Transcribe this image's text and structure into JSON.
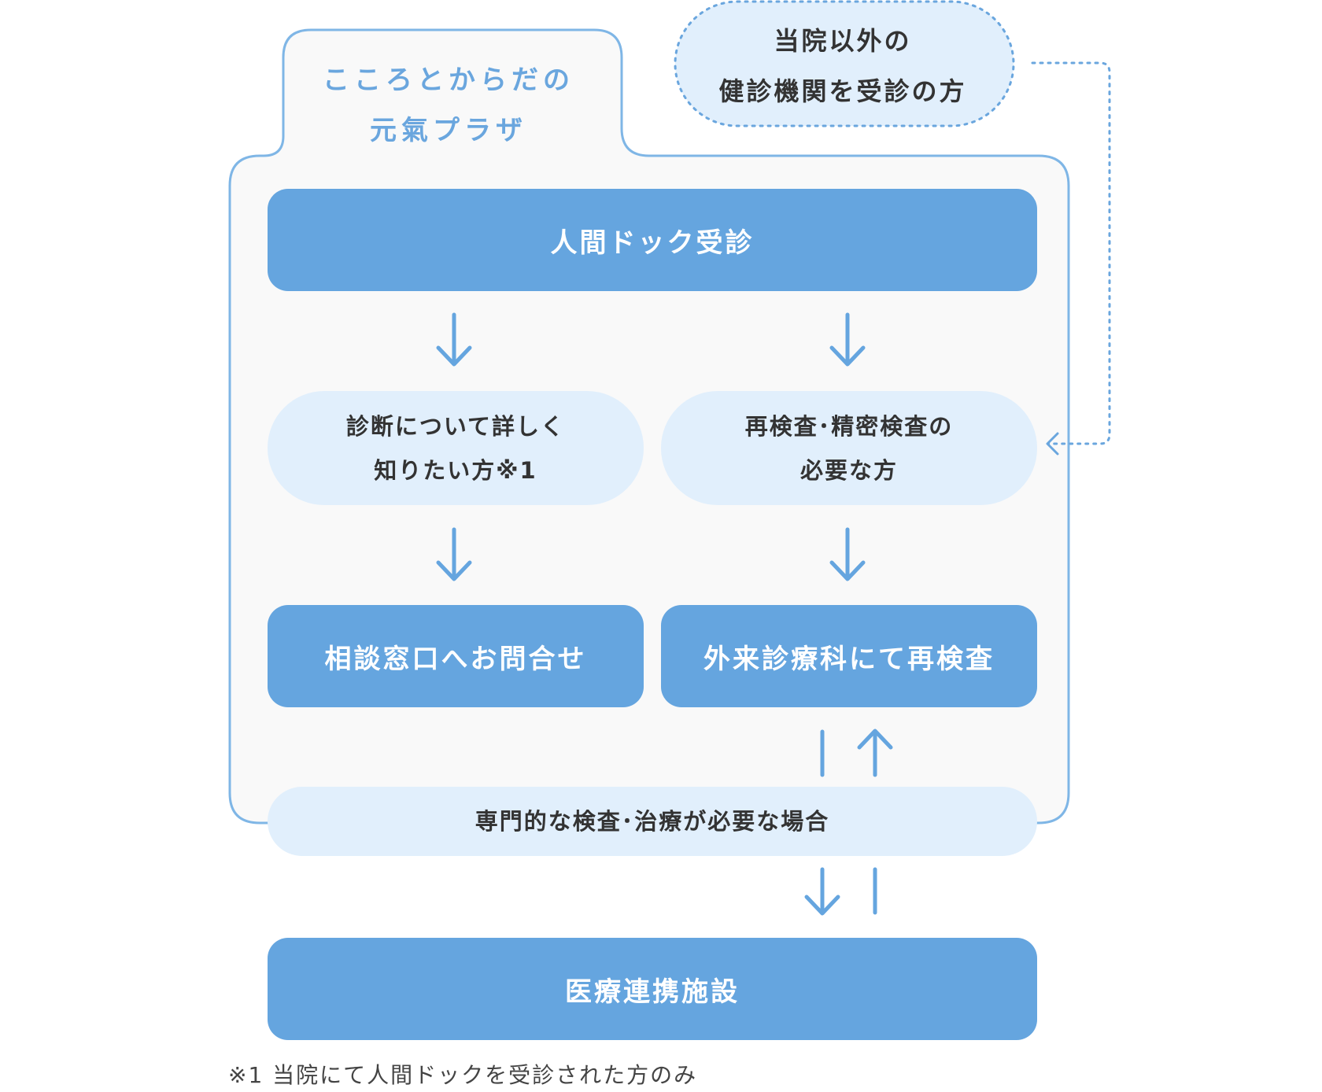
{
  "colors": {
    "accent": "#65a5df",
    "accent_light": "#e1effc",
    "panel_bg": "#f9f9f9",
    "outline": "#7fb6e6",
    "title_text": "#6aa6de",
    "dark_text": "#333333"
  },
  "diagram": {
    "container_title": "こころとからだの\n元氣プラザ",
    "external_source": "当院以外の\n健診機関を受診の方",
    "nodes": {
      "dock": "人間ドック受診",
      "detail": "診断について詳しく\n知りたい方※1",
      "recheck_need": "再検査･精密検査の\n必要な方",
      "consult": "相談窓口へお問合せ",
      "outpatient": "外来診療科にて再検査",
      "special": "専門的な検査･治療が必要な場合",
      "partner": "医療連携施設"
    },
    "footnote": "※1 当院にて人間ドックを受診された方のみ"
  }
}
